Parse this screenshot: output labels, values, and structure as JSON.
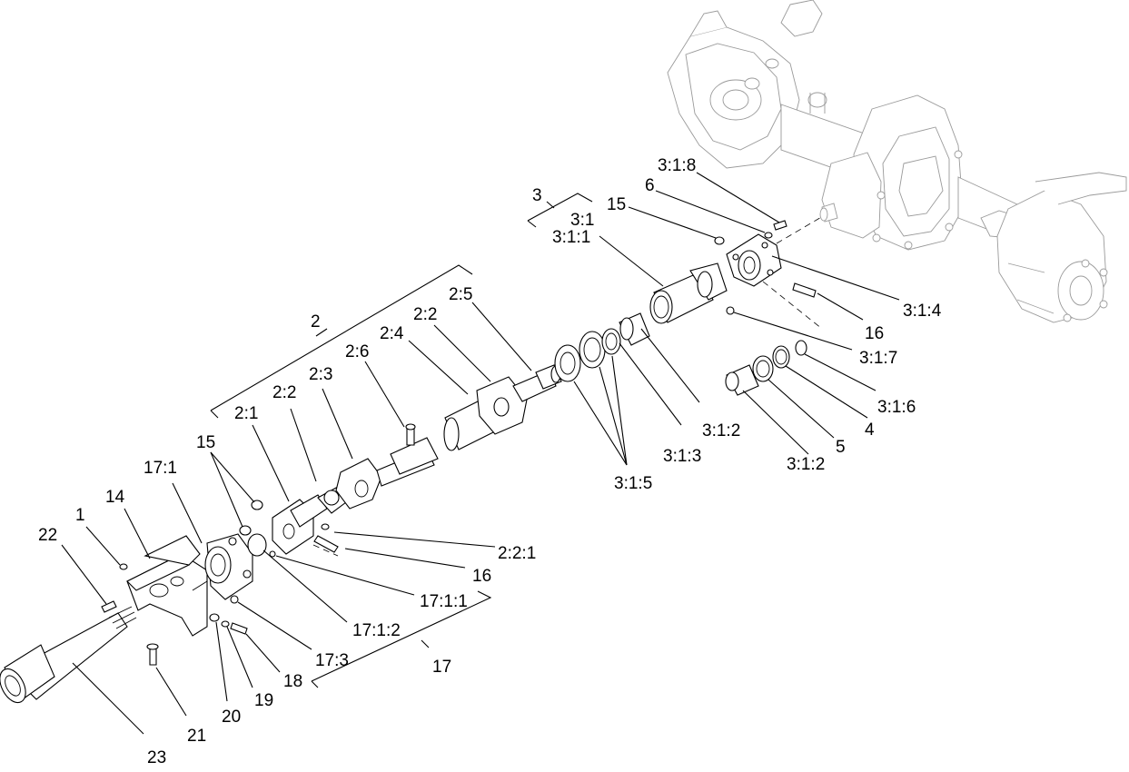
{
  "labels": {
    "l1": "1",
    "l2": "2",
    "l2_1": "2:1",
    "l2_2a": "2:2",
    "l2_2b": "2:2",
    "l2_2_1": "2:2:1",
    "l2_3": "2:3",
    "l2_4": "2:4",
    "l2_5": "2:5",
    "l2_6": "2:6",
    "l3": "3",
    "l3_1": "3:1",
    "l3_1_1": "3:1:1",
    "l3_1_2a": "3:1:2",
    "l3_1_2b": "3:1:2",
    "l3_1_3": "3:1:3",
    "l3_1_4": "3:1:4",
    "l3_1_5": "3:1:5",
    "l3_1_6": "3:1:6",
    "l3_1_7": "3:1:7",
    "l3_1_8": "3:1:8",
    "l4": "4",
    "l5": "5",
    "l6": "6",
    "l14": "14",
    "l15a": "15",
    "l15b": "15",
    "l16a": "16",
    "l16b": "16",
    "l17": "17",
    "l17_1": "17:1",
    "l17_1_1": "17:1:1",
    "l17_1_2": "17:1:2",
    "l17_3": "17:3",
    "l18": "18",
    "l19": "19",
    "l20": "20",
    "l21": "21",
    "l22": "22",
    "l23": "23"
  },
  "colors": {
    "line": "#000000",
    "ghost": "#9a9a9a",
    "background": "#ffffff"
  }
}
